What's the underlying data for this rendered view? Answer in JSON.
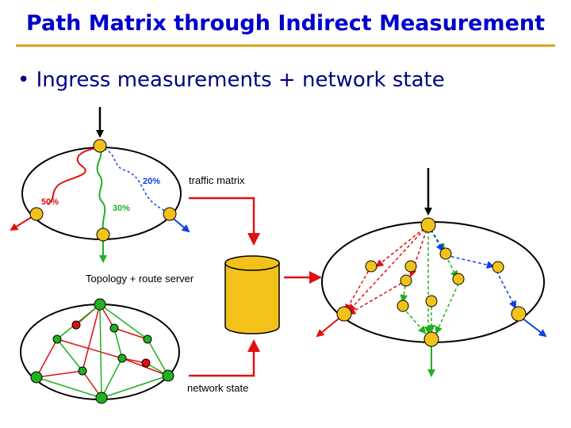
{
  "slide": {
    "title": "Path Matrix through Indirect Measurement",
    "bullet": "• Ingress measurements + network state"
  },
  "diagram": {
    "traffic_matrix_label": "traffic matrix",
    "topology_label": "Topology + route server",
    "network_state_label": "network state",
    "pct_50": "50%",
    "pct_30": "30%",
    "pct_20": "20%"
  },
  "colors": {
    "title": "#0000cc",
    "accent_rule": "#e0a020",
    "node_yellow": "#f2c21b",
    "arrow_red": "#e01010",
    "path_green": "#20b020",
    "path_blue": "#1040e0"
  }
}
